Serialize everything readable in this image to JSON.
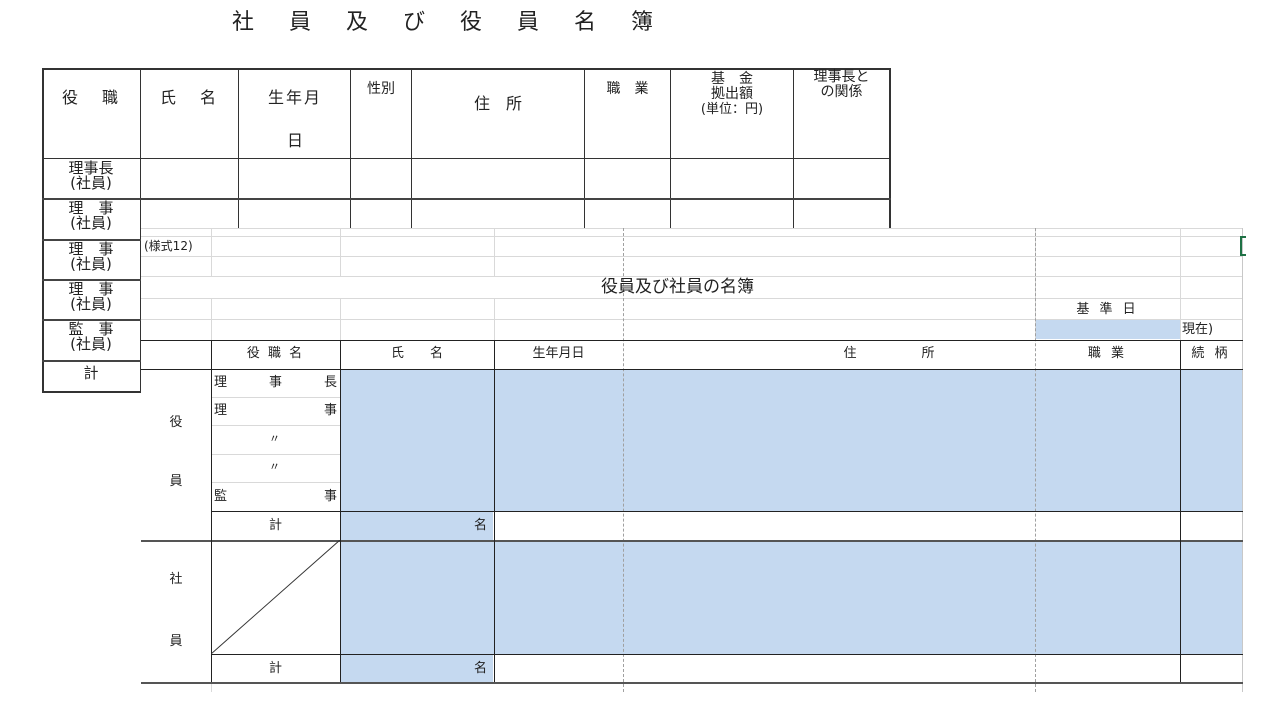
{
  "back_sheet": {
    "title": "社 員 及 び 役 員 名 簿",
    "headers": {
      "position": "役　職",
      "name": "氏　名",
      "birth_line1": "生年月",
      "birth_line2": "日",
      "gender": "性別",
      "address": "住　所",
      "occupation": "職　業",
      "fund_line1": "基　金",
      "fund_line2": "拠出額",
      "fund_line3": "(単位：円)",
      "relation_line1": "理事長と",
      "relation_line2": "の関係"
    },
    "rows": [
      {
        "line1": "理事長",
        "line2": "(社員)"
      },
      {
        "line1": "理　事",
        "line2": "(社員)"
      },
      {
        "line1": "理　事",
        "line2": "(社員)"
      },
      {
        "line1": "理　事",
        "line2": "(社員)"
      },
      {
        "line1": "監　事",
        "line2": "(社員)"
      },
      {
        "line1": "計",
        "line2": ""
      }
    ]
  },
  "front_sheet": {
    "form_number": "(様式12)",
    "title": "役員及び社員の名簿",
    "base_date_label": "基 準 日",
    "base_date_value": "",
    "as_of_suffix": "現在)",
    "headers": {
      "position_name": "役 職 名",
      "name": "氏　　名",
      "birth": "生年月日",
      "address": "住　　　　　所",
      "occupation": "職 業",
      "relationship": "続 柄"
    },
    "officers_group_label_1": "役",
    "officers_group_label_2": "員",
    "officer_rows": [
      {
        "left": "理",
        "mid": "事",
        "right": "長"
      },
      {
        "left": "理",
        "mid": "",
        "right": "事"
      },
      {
        "left": "",
        "mid": "〃",
        "right": ""
      },
      {
        "left": "",
        "mid": "〃",
        "right": ""
      },
      {
        "left": "監",
        "mid": "",
        "right": "事"
      }
    ],
    "officers_total_label": "計",
    "officers_total_unit": "名",
    "members_group_label_1": "社",
    "members_group_label_2": "員",
    "members_total_label": "計",
    "members_total_unit": "名",
    "input_fill_color": "#c5d9f0"
  }
}
